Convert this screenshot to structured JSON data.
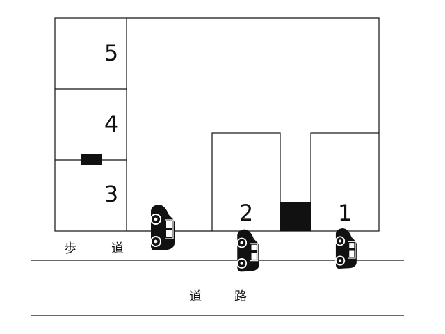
{
  "spaces": {
    "s1": "1",
    "s2": "2",
    "s3": "3",
    "s4": "4",
    "s5": "5"
  },
  "labels": {
    "sidewalk": [
      "歩",
      "道"
    ],
    "road": [
      "道",
      "路"
    ]
  },
  "colors": {
    "ink": "#111111",
    "background": "#ffffff"
  },
  "icons": {
    "car": "car-icon",
    "marker": "marker-block"
  }
}
